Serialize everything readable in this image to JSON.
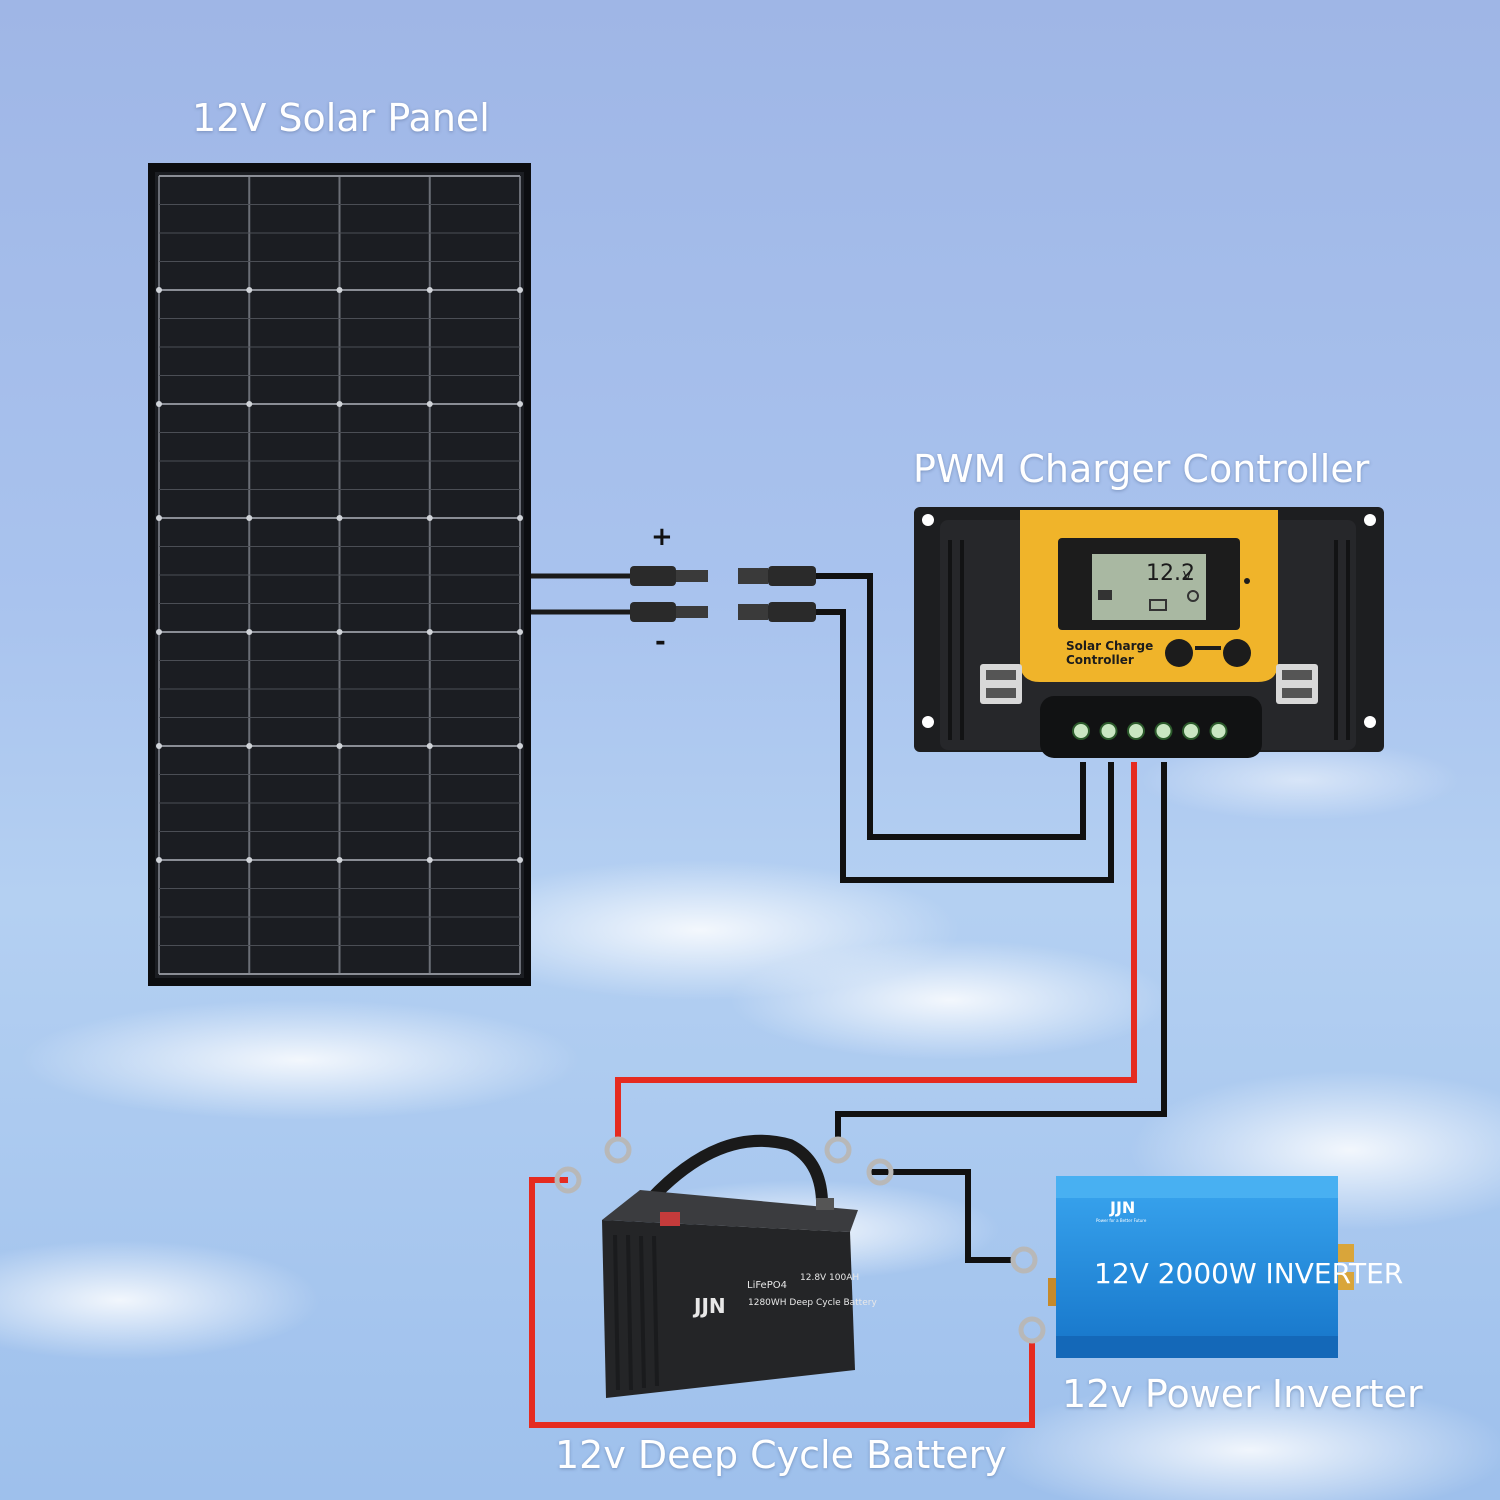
{
  "labels": {
    "solar_panel": "12V Solar Panel",
    "controller": "PWM Charger Controller",
    "inverter": "12v Power Inverter",
    "battery": "12v Deep Cycle Battery"
  },
  "polarity": {
    "positive": "+",
    "negative": "-"
  },
  "controller_device": {
    "lcd_reading": "12.2",
    "lcd_unit": "V",
    "face_line1": "Solar Charge",
    "face_line2": "Controller",
    "terminal_count": 6
  },
  "inverter_device": {
    "brand": "JJN",
    "tagline": "Power for a Better Future",
    "model_text": "12V 2000W INVERTER"
  },
  "battery_device": {
    "brand": "JJN",
    "chemistry": "LiFePO4",
    "rating": "12.8V 100AH",
    "description": "1280WH Deep Cycle Battery"
  },
  "colors": {
    "positive_wire": "#e52b20",
    "negative_wire": "#111111",
    "controller_face": "#f0b42a",
    "inverter_body": "#1f8fe0",
    "sky": "#a9c3ee"
  }
}
